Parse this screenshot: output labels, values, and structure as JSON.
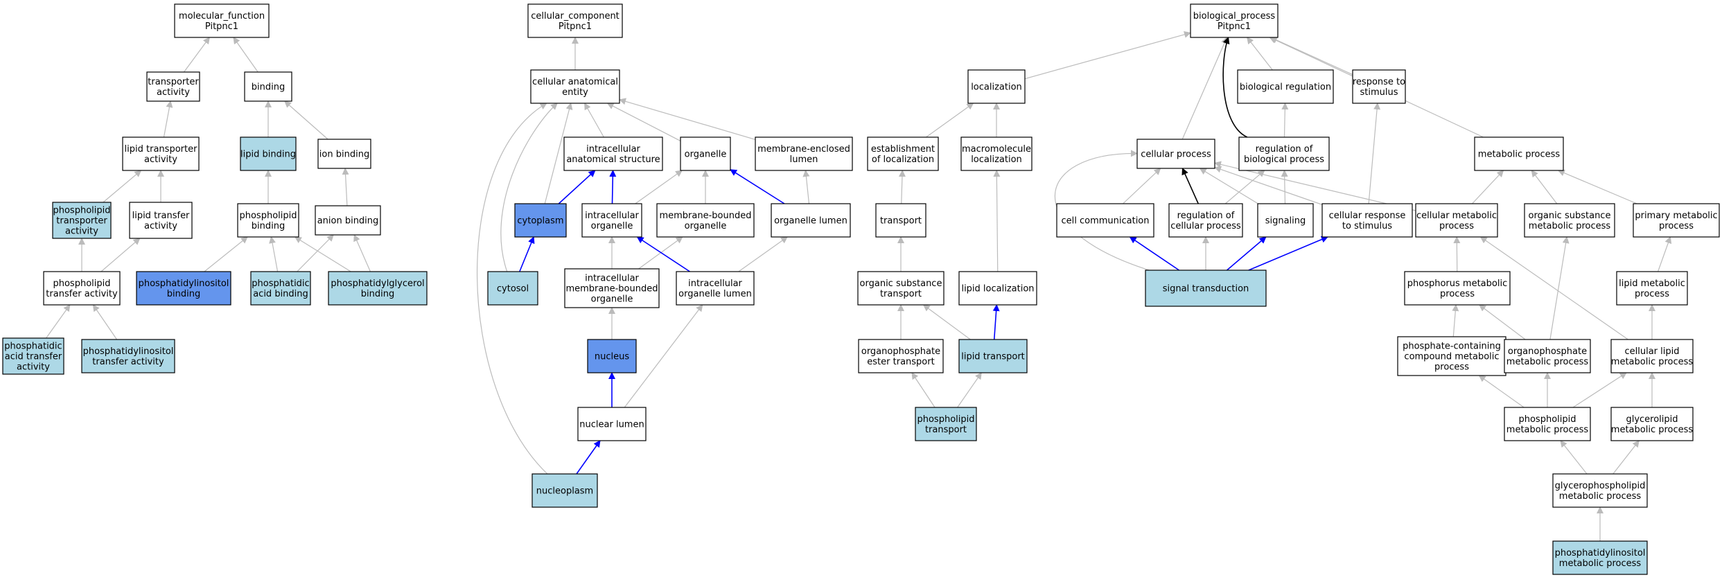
{
  "colors": {
    "white": "#ffffff",
    "light": "#add8e6",
    "strong": "#6495ed",
    "edge_gray": "#bbbbbb",
    "edge_blue": "#0000ff",
    "edge_black": "#000000",
    "border": "#000000"
  },
  "nodes": [
    {
      "id": "mf",
      "label": [
        "molecular_function",
        "Pitpnc1"
      ],
      "fill": "white"
    },
    {
      "id": "ta",
      "label": [
        "transporter",
        "activity"
      ],
      "fill": "white"
    },
    {
      "id": "bind",
      "label": [
        "binding"
      ],
      "fill": "white"
    },
    {
      "id": "lta",
      "label": [
        "lipid transporter",
        "activity"
      ],
      "fill": "white"
    },
    {
      "id": "lb",
      "label": [
        "lipid binding"
      ],
      "fill": "light"
    },
    {
      "id": "ib",
      "label": [
        "ion binding"
      ],
      "fill": "white"
    },
    {
      "id": "pta",
      "label": [
        "phospholipid",
        "transporter",
        "activity"
      ],
      "fill": "light"
    },
    {
      "id": "ltfa",
      "label": [
        "lipid transfer",
        "activity"
      ],
      "fill": "white"
    },
    {
      "id": "pb",
      "label": [
        "phospholipid",
        "binding"
      ],
      "fill": "white"
    },
    {
      "id": "ab",
      "label": [
        "anion binding"
      ],
      "fill": "white"
    },
    {
      "id": "ptfa",
      "label": [
        "phospholipid",
        "transfer activity"
      ],
      "fill": "white"
    },
    {
      "id": "pib",
      "label": [
        "phosphatidylinositol",
        "binding"
      ],
      "fill": "strong"
    },
    {
      "id": "pab",
      "label": [
        "phosphatidic",
        "acid binding"
      ],
      "fill": "light"
    },
    {
      "id": "pgb",
      "label": [
        "phosphatidylglycerol",
        "binding"
      ],
      "fill": "light"
    },
    {
      "id": "pata",
      "label": [
        "phosphatidic",
        "acid transfer",
        "activity"
      ],
      "fill": "light"
    },
    {
      "id": "pita",
      "label": [
        "phosphatidylinositol",
        "transfer activity"
      ],
      "fill": "light"
    },
    {
      "id": "cc",
      "label": [
        "cellular_component",
        "Pitpnc1"
      ],
      "fill": "white"
    },
    {
      "id": "cae",
      "label": [
        "cellular anatomical",
        "entity"
      ],
      "fill": "white"
    },
    {
      "id": "ias",
      "label": [
        "intracellular",
        "anatomical structure"
      ],
      "fill": "white"
    },
    {
      "id": "org",
      "label": [
        "organelle"
      ],
      "fill": "white"
    },
    {
      "id": "mel",
      "label": [
        "membrane-enclosed",
        "lumen"
      ],
      "fill": "white"
    },
    {
      "id": "cyto",
      "label": [
        "cytoplasm"
      ],
      "fill": "strong"
    },
    {
      "id": "io",
      "label": [
        "intracellular",
        "organelle"
      ],
      "fill": "white"
    },
    {
      "id": "mbo",
      "label": [
        "membrane-bounded",
        "organelle"
      ],
      "fill": "white"
    },
    {
      "id": "ol",
      "label": [
        "organelle lumen"
      ],
      "fill": "white"
    },
    {
      "id": "cytosol",
      "label": [
        "cytosol"
      ],
      "fill": "light"
    },
    {
      "id": "imbo",
      "label": [
        "intracellular",
        "membrane-bounded",
        "organelle"
      ],
      "fill": "white"
    },
    {
      "id": "iol",
      "label": [
        "intracellular",
        "organelle lumen"
      ],
      "fill": "white"
    },
    {
      "id": "nuc",
      "label": [
        "nucleus"
      ],
      "fill": "strong"
    },
    {
      "id": "nl",
      "label": [
        "nuclear lumen"
      ],
      "fill": "white"
    },
    {
      "id": "np",
      "label": [
        "nucleoplasm"
      ],
      "fill": "light"
    },
    {
      "id": "bp",
      "label": [
        "biological_process",
        "Pitpnc1"
      ],
      "fill": "white"
    },
    {
      "id": "loc",
      "label": [
        "localization"
      ],
      "fill": "white"
    },
    {
      "id": "br",
      "label": [
        "biological regulation"
      ],
      "fill": "white"
    },
    {
      "id": "rts",
      "label": [
        "response to",
        "stimulus"
      ],
      "fill": "white"
    },
    {
      "id": "eol",
      "label": [
        "establishment",
        "of localization"
      ],
      "fill": "white"
    },
    {
      "id": "ml",
      "label": [
        "macromolecule",
        "localization"
      ],
      "fill": "white"
    },
    {
      "id": "cp",
      "label": [
        "cellular process"
      ],
      "fill": "white"
    },
    {
      "id": "rbp",
      "label": [
        "regulation of",
        "biological process"
      ],
      "fill": "white"
    },
    {
      "id": "mp",
      "label": [
        "metabolic process"
      ],
      "fill": "white"
    },
    {
      "id": "tr",
      "label": [
        "transport"
      ],
      "fill": "white"
    },
    {
      "id": "cc2",
      "label": [
        "cell communication"
      ],
      "fill": "white"
    },
    {
      "id": "rcp",
      "label": [
        "regulation of",
        "cellular process"
      ],
      "fill": "white"
    },
    {
      "id": "sig",
      "label": [
        "signaling"
      ],
      "fill": "white"
    },
    {
      "id": "crs",
      "label": [
        "cellular response",
        "to stimulus"
      ],
      "fill": "white"
    },
    {
      "id": "cmp",
      "label": [
        "cellular metabolic",
        "process"
      ],
      "fill": "white"
    },
    {
      "id": "osmp",
      "label": [
        "organic substance",
        "metabolic process"
      ],
      "fill": "white"
    },
    {
      "id": "pmp",
      "label": [
        "primary metabolic",
        "process"
      ],
      "fill": "white"
    },
    {
      "id": "ost",
      "label": [
        "organic substance",
        "transport"
      ],
      "fill": "white"
    },
    {
      "id": "ll",
      "label": [
        "lipid localization"
      ],
      "fill": "white"
    },
    {
      "id": "st",
      "label": [
        "signal transduction"
      ],
      "fill": "light"
    },
    {
      "id": "phmp",
      "label": [
        "phosphorus metabolic",
        "process"
      ],
      "fill": "white"
    },
    {
      "id": "lmp",
      "label": [
        "lipid metabolic",
        "process"
      ],
      "fill": "white"
    },
    {
      "id": "oet",
      "label": [
        "organophosphate",
        "ester transport"
      ],
      "fill": "white"
    },
    {
      "id": "lt",
      "label": [
        "lipid transport"
      ],
      "fill": "light"
    },
    {
      "id": "pccmp",
      "label": [
        "phosphate-containing",
        "compound metabolic",
        "process"
      ],
      "fill": "white"
    },
    {
      "id": "opmp",
      "label": [
        "organophosphate",
        "metabolic process"
      ],
      "fill": "white"
    },
    {
      "id": "clmp",
      "label": [
        "cellular lipid",
        "metabolic process"
      ],
      "fill": "white"
    },
    {
      "id": "pt",
      "label": [
        "phospholipid",
        "transport"
      ],
      "fill": "light"
    },
    {
      "id": "plmp",
      "label": [
        "phospholipid",
        "metabolic process"
      ],
      "fill": "white"
    },
    {
      "id": "glmp",
      "label": [
        "glycerolipid",
        "metabolic process"
      ],
      "fill": "white"
    },
    {
      "id": "gpmp",
      "label": [
        "glycerophospholipid",
        "metabolic process"
      ],
      "fill": "white"
    },
    {
      "id": "pimp",
      "label": [
        "phosphatidylinositol",
        "metabolic process"
      ],
      "fill": "light"
    }
  ],
  "edges": [
    {
      "from": "ta",
      "to": "mf",
      "color": "edge_gray"
    },
    {
      "from": "bind",
      "to": "mf",
      "color": "edge_gray"
    },
    {
      "from": "lta",
      "to": "ta",
      "color": "edge_gray"
    },
    {
      "from": "lb",
      "to": "bind",
      "color": "edge_gray"
    },
    {
      "from": "ib",
      "to": "bind",
      "color": "edge_gray"
    },
    {
      "from": "pta",
      "to": "lta",
      "color": "edge_gray"
    },
    {
      "from": "ltfa",
      "to": "lta",
      "color": "edge_gray"
    },
    {
      "from": "pb",
      "to": "lb",
      "color": "edge_gray"
    },
    {
      "from": "ab",
      "to": "ib",
      "color": "edge_gray"
    },
    {
      "from": "ptfa",
      "to": "pta",
      "color": "edge_gray"
    },
    {
      "from": "ptfa",
      "to": "ltfa",
      "color": "edge_gray"
    },
    {
      "from": "pib",
      "to": "pb",
      "color": "edge_gray"
    },
    {
      "from": "pab",
      "to": "pb",
      "color": "edge_gray"
    },
    {
      "from": "pab",
      "to": "ab",
      "color": "edge_gray"
    },
    {
      "from": "pgb",
      "to": "pb",
      "color": "edge_gray"
    },
    {
      "from": "pgb",
      "to": "ab",
      "color": "edge_gray"
    },
    {
      "from": "pata",
      "to": "ptfa",
      "color": "edge_gray"
    },
    {
      "from": "pita",
      "to": "ptfa",
      "color": "edge_gray"
    },
    {
      "from": "cae",
      "to": "cc",
      "color": "edge_gray"
    },
    {
      "from": "ias",
      "to": "cae",
      "color": "edge_gray"
    },
    {
      "from": "org",
      "to": "cae",
      "color": "edge_gray"
    },
    {
      "from": "mel",
      "to": "cae",
      "color": "edge_gray"
    },
    {
      "from": "cyto",
      "to": "cae",
      "color": "edge_gray"
    },
    {
      "from": "cytosol",
      "to": "cae",
      "color": "edge_gray",
      "curve": [
        700,
        300,
        760,
        190
      ]
    },
    {
      "from": "np",
      "to": "cae",
      "color": "edge_gray",
      "curve": [
        660,
        560,
        650,
        230
      ]
    },
    {
      "from": "cyto",
      "to": "ias",
      "color": "edge_blue"
    },
    {
      "from": "io",
      "to": "ias",
      "color": "edge_blue"
    },
    {
      "from": "io",
      "to": "org",
      "color": "edge_gray"
    },
    {
      "from": "mbo",
      "to": "org",
      "color": "edge_gray"
    },
    {
      "from": "ol",
      "to": "org",
      "color": "edge_blue"
    },
    {
      "from": "ol",
      "to": "mel",
      "color": "edge_gray"
    },
    {
      "from": "cytosol",
      "to": "cyto",
      "color": "edge_blue"
    },
    {
      "from": "imbo",
      "to": "io",
      "color": "edge_gray"
    },
    {
      "from": "imbo",
      "to": "mbo",
      "color": "edge_gray"
    },
    {
      "from": "iol",
      "to": "io",
      "color": "edge_blue"
    },
    {
      "from": "iol",
      "to": "ol",
      "color": "edge_gray"
    },
    {
      "from": "nuc",
      "to": "imbo",
      "color": "edge_gray"
    },
    {
      "from": "nl",
      "to": "nuc",
      "color": "edge_blue"
    },
    {
      "from": "nl",
      "to": "iol",
      "color": "edge_gray"
    },
    {
      "from": "np",
      "to": "nl",
      "color": "edge_blue"
    },
    {
      "from": "loc",
      "to": "bp",
      "color": "edge_gray"
    },
    {
      "from": "br",
      "to": "bp",
      "color": "edge_gray"
    },
    {
      "from": "rts",
      "to": "bp",
      "color": "edge_gray"
    },
    {
      "from": "cp",
      "to": "bp",
      "color": "edge_gray"
    },
    {
      "from": "mp",
      "to": "bp",
      "color": "edge_gray"
    },
    {
      "from": "rbp",
      "to": "bp",
      "color": "edge_black",
      "curve": [
        1760,
        180,
        1760,
        90
      ]
    },
    {
      "from": "eol",
      "to": "loc",
      "color": "edge_gray"
    },
    {
      "from": "ml",
      "to": "loc",
      "color": "edge_gray"
    },
    {
      "from": "rbp",
      "to": "br",
      "color": "edge_gray"
    },
    {
      "from": "tr",
      "to": "eol",
      "color": "edge_gray"
    },
    {
      "from": "ll",
      "to": "ml",
      "color": "edge_gray"
    },
    {
      "from": "cc2",
      "to": "cp",
      "color": "edge_gray"
    },
    {
      "from": "rcp",
      "to": "cp",
      "color": "edge_black"
    },
    {
      "from": "sig",
      "to": "cp",
      "color": "edge_gray"
    },
    {
      "from": "crs",
      "to": "cp",
      "color": "edge_gray"
    },
    {
      "from": "cmp",
      "to": "cp",
      "color": "edge_gray"
    },
    {
      "from": "st",
      "to": "cp",
      "color": "edge_gray",
      "curve": [
        1470,
        330,
        1490,
        220
      ]
    },
    {
      "from": "rcp",
      "to": "rbp",
      "color": "edge_gray"
    },
    {
      "from": "sig",
      "to": "rbp",
      "color": "edge_gray"
    },
    {
      "from": "crs",
      "to": "rts",
      "color": "edge_gray"
    },
    {
      "from": "cmp",
      "to": "mp",
      "color": "edge_gray"
    },
    {
      "from": "osmp",
      "to": "mp",
      "color": "edge_gray"
    },
    {
      "from": "pmp",
      "to": "mp",
      "color": "edge_gray"
    },
    {
      "from": "ost",
      "to": "tr",
      "color": "edge_gray"
    },
    {
      "from": "st",
      "to": "cc2",
      "color": "edge_blue"
    },
    {
      "from": "st",
      "to": "rcp",
      "color": "edge_gray"
    },
    {
      "from": "st",
      "to": "sig",
      "color": "edge_blue"
    },
    {
      "from": "st",
      "to": "crs",
      "color": "edge_blue"
    },
    {
      "from": "phmp",
      "to": "cmp",
      "color": "edge_gray"
    },
    {
      "from": "lmp",
      "to": "pmp",
      "color": "edge_gray"
    },
    {
      "from": "oet",
      "to": "ost",
      "color": "edge_gray"
    },
    {
      "from": "lt",
      "to": "ost",
      "color": "edge_gray"
    },
    {
      "from": "lt",
      "to": "ll",
      "color": "edge_blue"
    },
    {
      "from": "pccmp",
      "to": "phmp",
      "color": "edge_gray"
    },
    {
      "from": "opmp",
      "to": "phmp",
      "color": "edge_gray"
    },
    {
      "from": "opmp",
      "to": "osmp",
      "color": "edge_gray"
    },
    {
      "from": "clmp",
      "to": "cmp",
      "color": "edge_gray"
    },
    {
      "from": "clmp",
      "to": "lmp",
      "color": "edge_gray"
    },
    {
      "from": "pt",
      "to": "oet",
      "color": "edge_gray"
    },
    {
      "from": "pt",
      "to": "lt",
      "color": "edge_gray"
    },
    {
      "from": "plmp",
      "to": "pccmp",
      "color": "edge_gray"
    },
    {
      "from": "plmp",
      "to": "opmp",
      "color": "edge_gray"
    },
    {
      "from": "plmp",
      "to": "clmp",
      "color": "edge_gray"
    },
    {
      "from": "glmp",
      "to": "clmp",
      "color": "edge_gray"
    },
    {
      "from": "gpmp",
      "to": "plmp",
      "color": "edge_gray"
    },
    {
      "from": "gpmp",
      "to": "glmp",
      "color": "edge_gray"
    },
    {
      "from": "pimp",
      "to": "gpmp",
      "color": "edge_gray"
    }
  ]
}
